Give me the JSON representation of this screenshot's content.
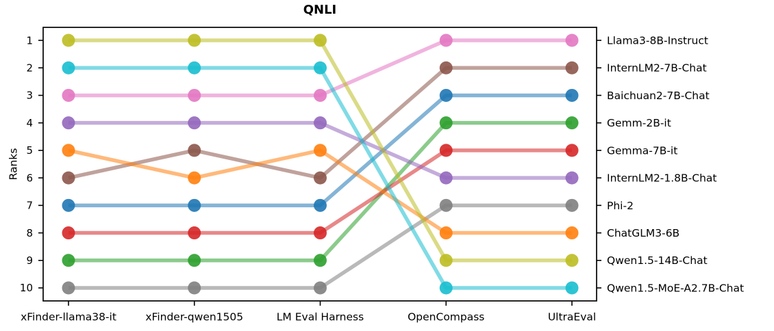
{
  "chart_data": {
    "type": "line",
    "variant": "rank-bump-chart",
    "title": "QNLI",
    "xlabel": "",
    "ylabel": "Ranks",
    "categories": [
      "xFinder-llama38-it",
      "xFinder-qwen1505",
      "LM Eval Harness",
      "OpenCompass",
      "UltraEval"
    ],
    "y_ticks": [
      "1",
      "2",
      "3",
      "4",
      "5",
      "6",
      "7",
      "8",
      "9",
      "10"
    ],
    "y_axis_inverted": true,
    "ylim": [
      0.55,
      10.45
    ],
    "grid": false,
    "legend_position": "right-outside-labels",
    "series": [
      {
        "name": "Llama3-8B-Instruct",
        "color": "#e377c2",
        "final_rank": 1,
        "ranks": [
          3,
          3,
          3,
          1,
          1
        ]
      },
      {
        "name": "InternLM2-7B-Chat",
        "color": "#8c564b",
        "final_rank": 2,
        "ranks": [
          6,
          5,
          6,
          2,
          2
        ]
      },
      {
        "name": "Baichuan2-7B-Chat",
        "color": "#1f77b4",
        "final_rank": 3,
        "ranks": [
          7,
          7,
          7,
          3,
          3
        ]
      },
      {
        "name": "Gemm-2B-it",
        "color": "#2ca02c",
        "final_rank": 4,
        "ranks": [
          9,
          9,
          9,
          4,
          4
        ]
      },
      {
        "name": "Gemma-7B-it",
        "color": "#d62728",
        "final_rank": 5,
        "ranks": [
          8,
          8,
          8,
          5,
          5
        ]
      },
      {
        "name": "InternLM2-1.8B-Chat",
        "color": "#9467bd",
        "final_rank": 6,
        "ranks": [
          4,
          4,
          4,
          6,
          6
        ]
      },
      {
        "name": "Phi-2",
        "color": "#7f7f7f",
        "final_rank": 7,
        "ranks": [
          10,
          10,
          10,
          7,
          7
        ]
      },
      {
        "name": "ChatGLM3-6B",
        "color": "#ff7f0e",
        "final_rank": 8,
        "ranks": [
          5,
          6,
          5,
          8,
          8
        ]
      },
      {
        "name": "Qwen1.5-14B-Chat",
        "color": "#bcbd22",
        "final_rank": 9,
        "ranks": [
          1,
          1,
          1,
          9,
          9
        ]
      },
      {
        "name": "Qwen1.5-MoE-A2.7B-Chat",
        "color": "#17becf",
        "final_rank": 10,
        "ranks": [
          2,
          2,
          2,
          10,
          10
        ]
      }
    ],
    "style": {
      "background_color": "#ffffff",
      "axis_color": "#000000",
      "text_color": "#000000",
      "line_opacity": 0.55,
      "marker_opacity": 0.9
    }
  }
}
